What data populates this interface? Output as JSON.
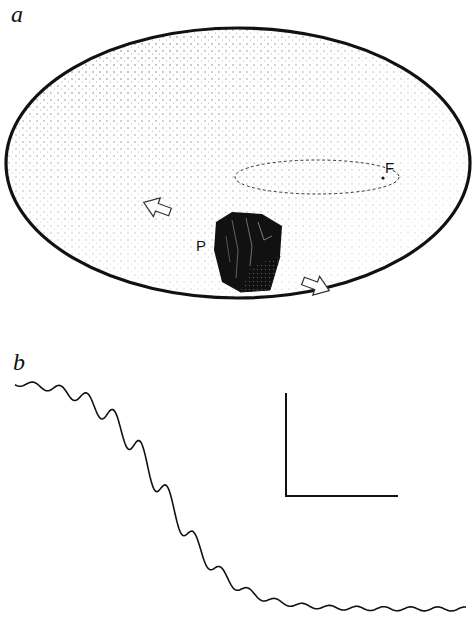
{
  "diagram": {
    "labels": [
      "a",
      "P",
      "F",
      "b"
    ]
  }
}
